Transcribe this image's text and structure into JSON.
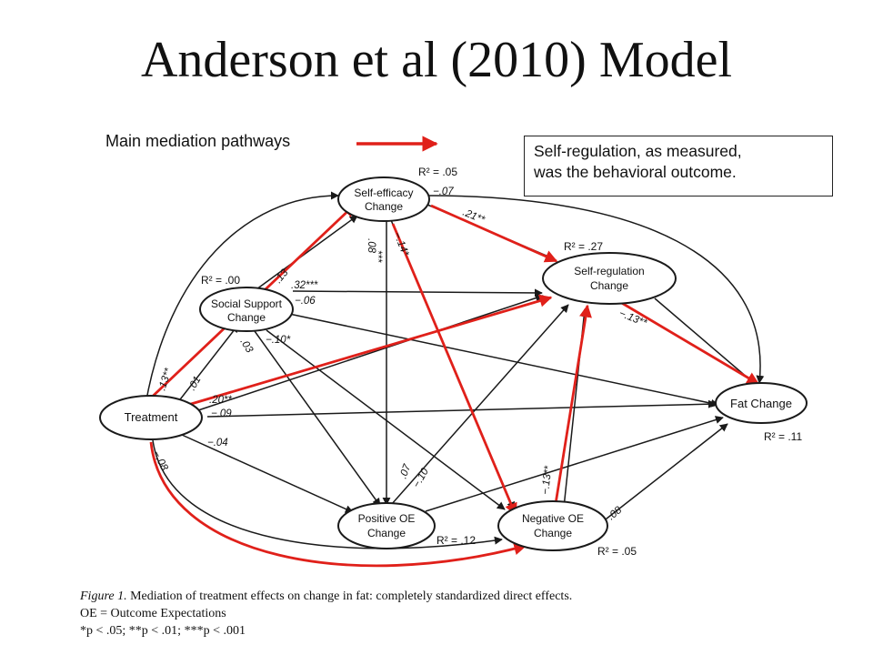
{
  "title": "Anderson et al (2010) Model",
  "legend": {
    "label": "Main mediation pathways"
  },
  "note": {
    "line1": "Self-regulation, as measured,",
    "line2": "was the behavioral outcome."
  },
  "colors": {
    "main_pathway": "#e0201a",
    "path": "#1a1a1a"
  },
  "nodes": {
    "treatment": {
      "label": "Treatment"
    },
    "self_efficacy": {
      "line1": "Self-efficacy",
      "line2": "Change",
      "r2": "R² = .05"
    },
    "social_support": {
      "line1": "Social Support",
      "line2": "Change",
      "r2": "R² = .00"
    },
    "self_regulation": {
      "line1": "Self-regulation",
      "line2": "Change",
      "r2": "R² = .27"
    },
    "fat": {
      "label": "Fat Change",
      "r2": "R² = .11"
    },
    "positive_oe": {
      "line1": "Positive OE",
      "line2": "Change",
      "r2": "R² = .12"
    },
    "negative_oe": {
      "line1": "Negative OE",
      "line2": "Change",
      "r2": "R² = .05"
    }
  },
  "coefficients": {
    "t_se": ".13**",
    "t_ss": ".01",
    "t_sr": ".20**",
    "t_fat": "−.09",
    "t_poe": "−.04",
    "t_noe": "−.08",
    "ss_se": ".13",
    "ss_sr": ".32***",
    "ss_fat": "−.06",
    "ss_noe": "−.10*",
    "ss_poe": ".03",
    "se_fat": "−.07",
    "se_sr": ".21**",
    "se_poe": ".08",
    "se_noe": "−.14*",
    "sr_fat": "−.13**",
    "noe_sr": "−.13**",
    "poe_sr": ".07",
    "poe_fat": "−.10",
    "noe_fat": ".08",
    "se_poe_sig": "***"
  },
  "caption": {
    "figure_label": "Figure 1.",
    "line1": "Mediation of treatment effects on change in fat: completely standardized direct effects.",
    "line2": "OE = Outcome Expectations",
    "line3": "*p < .05; **p < .01; ***p < .001"
  }
}
